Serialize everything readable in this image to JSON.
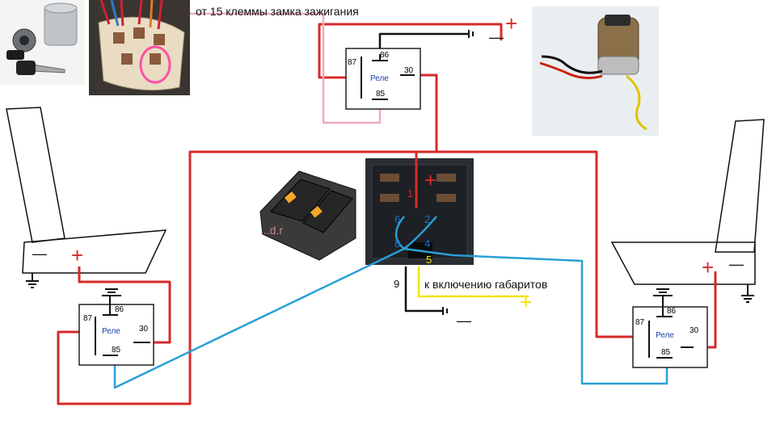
{
  "labels": {
    "ignition": "от 15 клеммы замка зажигания",
    "markers": "к включению габаритов",
    "plus": "+",
    "minus": "—"
  },
  "relay": {
    "name": "Реле",
    "pin_87": "87",
    "pin_86": "86",
    "pin_85": "85",
    "pin_30": "30"
  },
  "switch_pins": {
    "p1": "1",
    "p2": "2",
    "p4": "4",
    "p5": "5",
    "p6": "6",
    "p8": "8",
    "p9": "9"
  },
  "seat": {
    "plus": "+",
    "minus": "—"
  },
  "watermark": "...d.r",
  "colors": {
    "wire_red": "#d62a2a",
    "wire_black": "#111111",
    "wire_blue": "#2a9fd6",
    "wire_yellow": "#f2e400",
    "wire_pink": "#f4a8c0",
    "pin_blue": "#1a6fd6",
    "pin_red": "#d62a2a",
    "pin_yellow": "#f2e400"
  },
  "icons": [
    "ignition-lock-icon",
    "ignition-connector-icon",
    "seat-switch-icon",
    "heater-element-icon",
    "ground-icon"
  ]
}
